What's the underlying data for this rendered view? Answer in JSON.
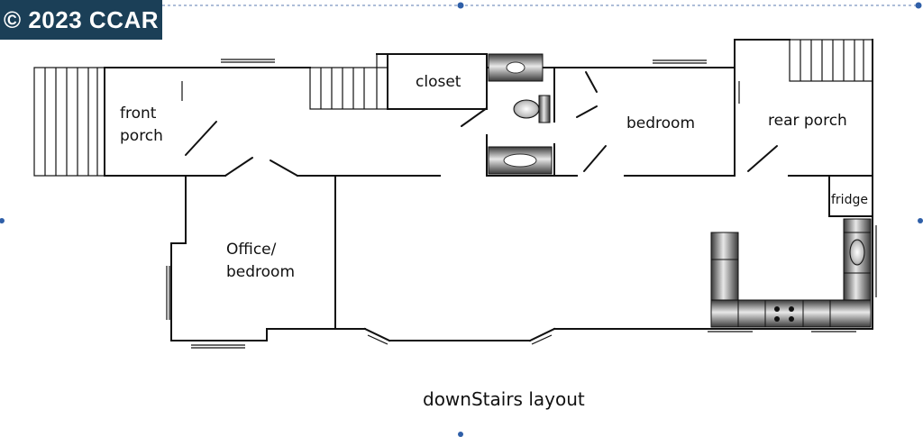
{
  "watermark": {
    "text": "© 2023 CCAR",
    "background": "#1b3f57"
  },
  "rooms": {
    "front_porch": [
      "front",
      "porch"
    ],
    "closet": "closet",
    "bedroom": "bedroom",
    "rear_porch": "rear porch",
    "fridge": "fridge",
    "office": [
      "Office/",
      "bedroom"
    ]
  },
  "caption": "downStairs layout"
}
